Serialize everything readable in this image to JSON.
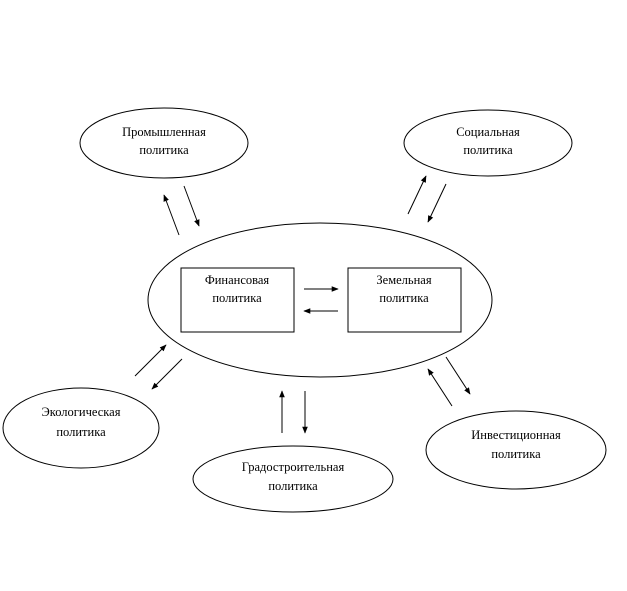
{
  "center": {
    "finance": {
      "line1": "Финансовая",
      "line2": "политика"
    },
    "land": {
      "line1": "Земельная",
      "line2": "политика"
    }
  },
  "nodes": {
    "industrial": {
      "line1": "Промышленная",
      "line2": "политика"
    },
    "social": {
      "line1": "Социальная",
      "line2": "политика"
    },
    "ecological": {
      "line1": "Экологическая",
      "line2": "политика"
    },
    "urban": {
      "line1": "Градостроительная",
      "line2": "политика"
    },
    "investment": {
      "line1": "Инвестиционная",
      "line2": "политика"
    }
  }
}
